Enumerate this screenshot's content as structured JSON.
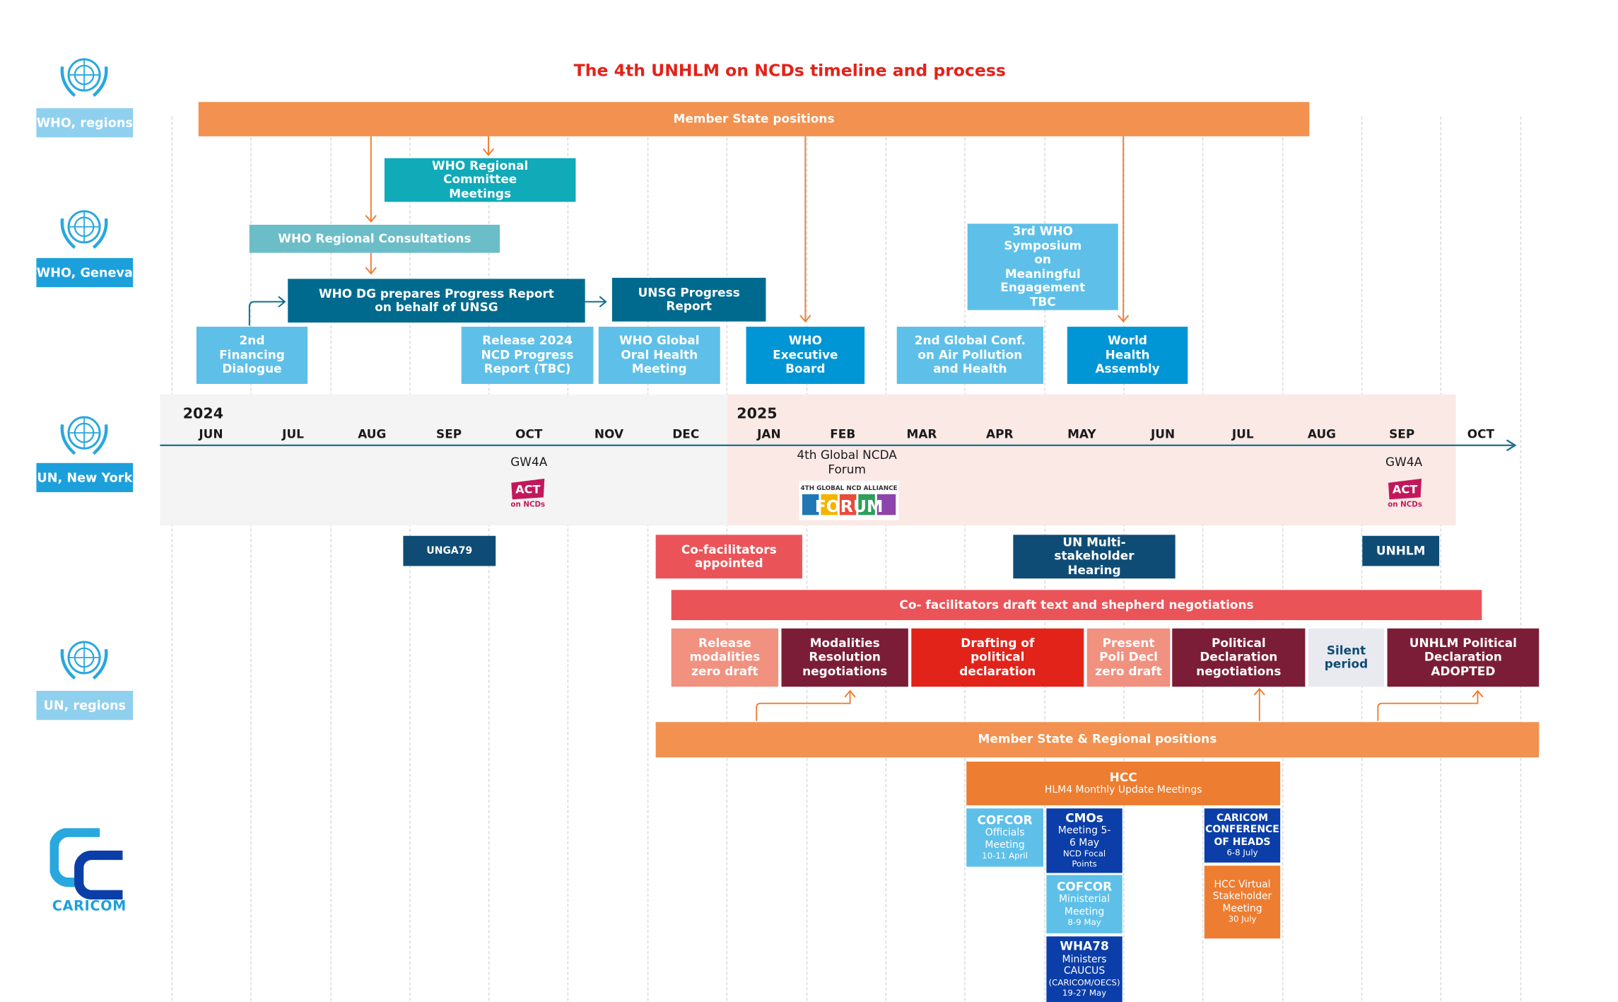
{
  "title": "The 4th UNHLM on NCDs timeline and process",
  "side_labels": {
    "who_regions": "WHO, regions",
    "who_geneva": "WHO, Geneva",
    "un_new_york": "UN, New York",
    "un_regions": "UN, regions",
    "caricom": "CARICOM"
  },
  "timeline": {
    "year_2024": "2024",
    "year_2025": "2025",
    "months": [
      "JUN",
      "JUL",
      "AUG",
      "SEP",
      "OCT",
      "NOV",
      "DEC",
      "JAN",
      "FEB",
      "MAR",
      "APR",
      "MAY",
      "JUN",
      "JUL",
      "AUG",
      "SEP",
      "OCT"
    ],
    "gw4a_label": "GW4A",
    "forum_label": "4th Global NCDA Forum",
    "act_logo_text": "ACT on NCDs",
    "forum_logo_text": "4TH GLOBAL NCD ALLIANCE FORUM"
  },
  "boxes": {
    "member_state_positions": "Member State positions",
    "who_regional_committee": "WHO Regional Committee Meetings",
    "who_regional_consultations": "WHO Regional Consultations",
    "who_dg_report": "WHO DG prepares Progress Report on behalf of UNSG",
    "unsg_progress_report": "UNSG Progress Report",
    "symposium": "3rd WHO Symposium on Meaningful Engagement TBC",
    "financing_dialogue": "2nd Financing Dialogue",
    "release_2024": "Release 2024 NCD Progress Report (TBC)",
    "oral_health": "WHO Global Oral Health Meeting",
    "exec_board": "WHO Executive Board",
    "air_pollution": "2nd Global Conf. on Air Pollution and Health",
    "wha": "World Health Assembly",
    "unga79": "UNGA79",
    "cofacilitators_appointed": "Co-facilitators appointed",
    "un_multistakeholder": "UN Multi-stakeholder Hearing",
    "unhlm": "UNHLM",
    "cofacilitators_draft": "Co- facilitators draft text and shepherd negotiations",
    "release_modalities": "Release modalities zero draft",
    "modalities_resolution": "Modalities Resolution negotiations",
    "drafting_declaration": "Drafting of political declaration",
    "present_poli_decl": "Present Poli Decl zero draft",
    "political_declaration_neg": "Political Declaration negotiations",
    "silent_period": "Silent period",
    "unhlm_adopted": "UNHLM Political Declaration ADOPTED",
    "member_regional_positions": "Member State & Regional positions",
    "hcc_title": "HCC",
    "hcc_subtitle": "HLM4 Monthly Update Meetings",
    "cofcor_officials": "COFCOR",
    "cofcor_officials_sub": "Officials Meeting",
    "cofcor_officials_date": "10-11 April",
    "cmos": "CMOs",
    "cmos_sub": "Meeting 5-6 May",
    "cmos_note": "NCD Focal Points",
    "cofcor_ministerial": "COFCOR",
    "cofcor_ministerial_sub": "Ministerial Meeting",
    "cofcor_ministerial_date": "8-9 May",
    "wha78": "WHA78",
    "wha78_sub": "Ministers CAUCUS",
    "wha78_note": "(CARICOM/OECS)",
    "wha78_date": "19-27 May",
    "caricom_conf": "CARICOM CONFERENCE OF HEADS",
    "caricom_conf_date": "6-8 July",
    "hcc_virtual": "HCC Virtual Stakeholder Meeting",
    "hcc_virtual_date": "30 July"
  },
  "colors": {
    "orange": "#f29150",
    "orange_dark": "#ed7d31",
    "teal": "#10aab8",
    "teal_light": "#6bbdc8",
    "navy": "#006a8e",
    "sky": "#5ec0e8",
    "blue": "#0096d6",
    "dark_navy": "#0f4c75",
    "coral": "#ea5459",
    "salmon": "#f19180",
    "maroon": "#7b1d37",
    "red": "#e2231a",
    "grey_light": "#e8eaf0",
    "caricom_blue": "#0b3ea8",
    "title_red": "#e2231a"
  }
}
